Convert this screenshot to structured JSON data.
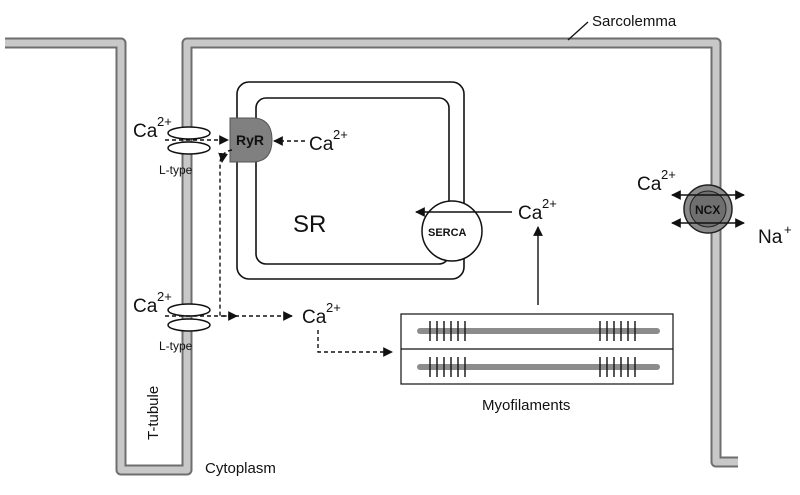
{
  "labels": {
    "sarcolemma": "Sarcolemma",
    "cytoplasm": "Cytoplasm",
    "t_tubule": "T-tubule",
    "sr": "SR",
    "myofilaments": "Myofilaments",
    "ryr": "RyR",
    "serca": "SERCA",
    "ncx": "NCX",
    "ltype_upper": "L-type",
    "ltype_lower": "L-type"
  },
  "ions": {
    "ca": "Ca",
    "ca_charge": "2+",
    "na": "Na",
    "na_charge": "+"
  },
  "colors": {
    "membrane_fill": "#c8c8c8",
    "membrane_edge": "#6e6e6e",
    "ryr": "#808080",
    "ncx": "#8a8a8a",
    "myofilament": "#8c8c8c",
    "line": "#111111"
  }
}
